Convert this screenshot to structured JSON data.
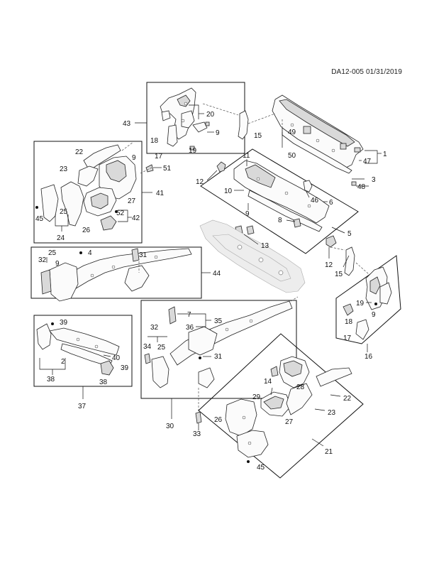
{
  "document": {
    "reference": "DA12-005 01/31/2019"
  },
  "callouts": {
    "c1": "1",
    "c2": "2",
    "c3": "3",
    "c4": "4",
    "c5": "5",
    "c6": "6",
    "c7": "7",
    "c8": "8",
    "c9": "9",
    "c10": "10",
    "c11": "11",
    "c12": "12",
    "c13": "13",
    "c14": "14",
    "c15": "15",
    "c16": "16",
    "c17": "17",
    "c18": "18",
    "c19": "19",
    "c20": "20",
    "c21": "21",
    "c22": "22",
    "c23": "23",
    "c24": "24",
    "c25": "25",
    "c26": "26",
    "c27": "27",
    "c28": "28",
    "c29": "29",
    "c30": "30",
    "c31": "31",
    "c32": "32",
    "c33": "33",
    "c34": "34",
    "c35": "35",
    "c36": "36",
    "c37": "37",
    "c38": "38",
    "c39": "39",
    "c40": "40",
    "c41": "41",
    "c42": "42",
    "c43": "43",
    "c44": "44",
    "c45": "45",
    "c46": "46",
    "c47": "47",
    "c48": "48",
    "c49": "49",
    "c50": "50",
    "c51": "51",
    "c52": "52"
  }
}
